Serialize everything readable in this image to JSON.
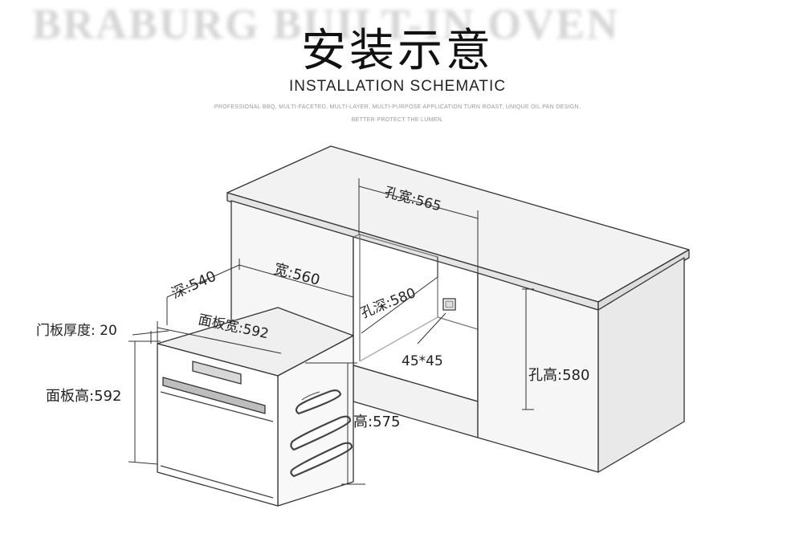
{
  "header": {
    "banner_text": "BRABURG BUILT-IN OVEN",
    "title_cn": "安装示意",
    "title_en": "INSTALLATION SCHEMATIC",
    "description": "PROFESSIONAL BBQ, MULTI-FACETED, MULTI-LAYER, MULTI-PURPOSE APPLICATION TURN ROAST, UNIQUE OIL PAN DESIGN, BETTER PROTECT THE LUMEN."
  },
  "dimensions": {
    "hole_width": "孔宽:565",
    "hole_depth": "孔深:580",
    "hole_height": "孔高:580",
    "vent": "45*45",
    "depth": "深:540",
    "width": "宽:560",
    "panel_width": "面板宽:592",
    "door_thickness": "门板厚度: 20",
    "panel_height": "面板高:592",
    "height": "高:575"
  }
}
